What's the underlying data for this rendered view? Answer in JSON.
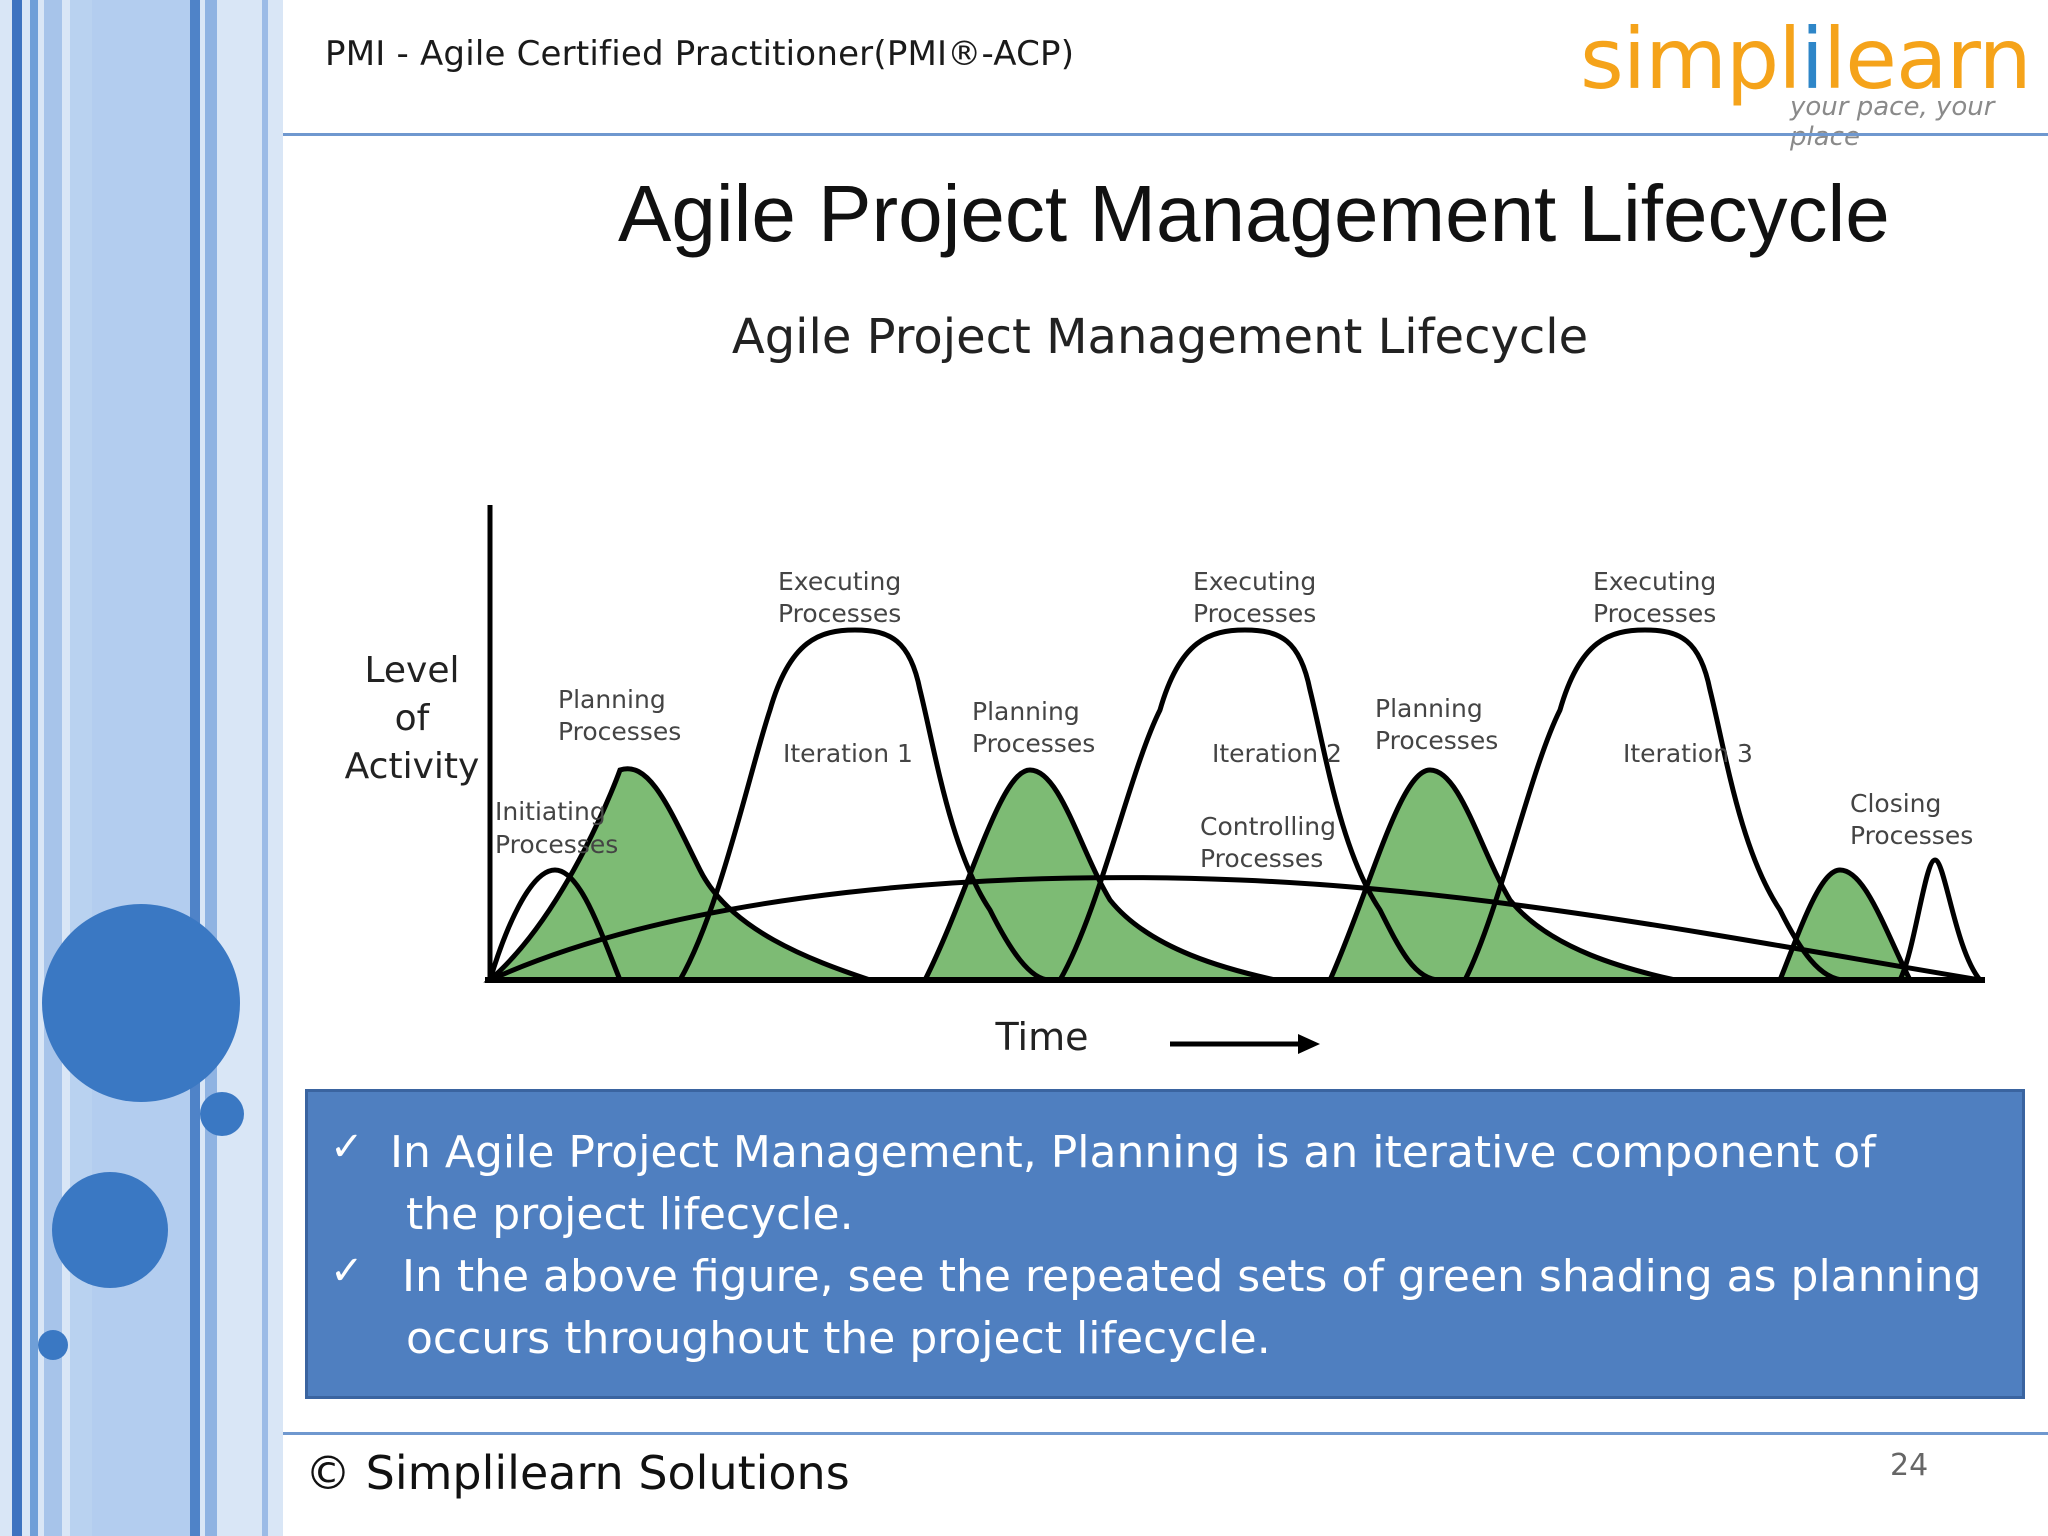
{
  "header": {
    "course_title": "PMI - Agile Certified Practitioner(PMI®-ACP)",
    "logo_left": "simpl",
    "logo_mid": "i",
    "logo_right": "learn",
    "logo_tagline": "your pace, your place"
  },
  "slide": {
    "title": "Agile Project Management Lifecycle"
  },
  "diagram": {
    "title": "Agile Project Management Lifecycle",
    "y_axis_label": [
      "Level",
      "of",
      "Activity"
    ],
    "x_axis_label": "Time",
    "labels": {
      "planning_1": [
        "Planning",
        "Processes"
      ],
      "initiating": [
        "Initiating",
        "Processes"
      ],
      "executing_1": [
        "Executing",
        "Processes"
      ],
      "iteration_1": "Iteration 1",
      "planning_2": [
        "Planning",
        "Processes"
      ],
      "executing_2": [
        "Executing",
        "Processes"
      ],
      "iteration_2": "Iteration 2",
      "controlling": [
        "Controlling",
        "Processes"
      ],
      "planning_3": [
        "Planning",
        "Processes"
      ],
      "executing_3": [
        "Executing",
        "Processes"
      ],
      "iteration_3": "Iteration 3",
      "closing": [
        "Closing",
        "Processes"
      ]
    },
    "colors": {
      "planning_fill": "#7dbb74",
      "line": "#000000"
    }
  },
  "callout": {
    "check_symbol": "✓",
    "bullet_1_line_1": "In Agile Project Management, Planning is an iterative component of",
    "bullet_1_line_2": "the  project lifecycle.",
    "bullet_2_line_1": "In the above figure, see the repeated sets of green shading as planning",
    "bullet_2_line_2": "occurs throughout the project lifecycle."
  },
  "footer": {
    "copyright": "© Simplilearn Solutions",
    "page_number": "24"
  },
  "theme": {
    "accent_blue": "#3a78c3",
    "callout_blue": "#4f7fc0",
    "logo_orange": "#f5a31a"
  }
}
